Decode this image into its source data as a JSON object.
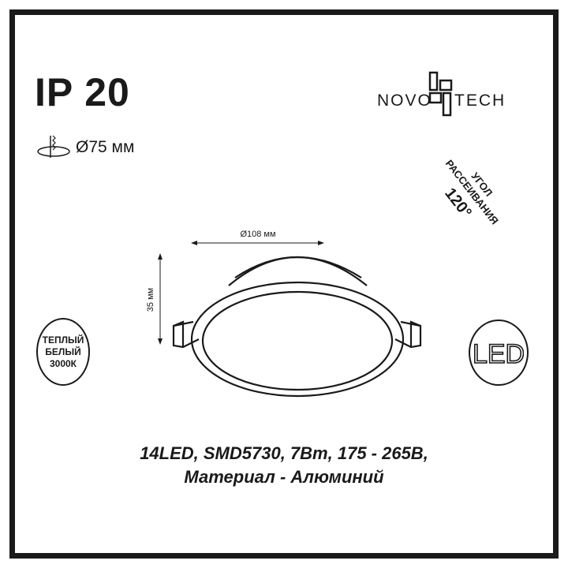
{
  "ip_rating": "IP 20",
  "brand": {
    "left": "NOVO",
    "right": "TECH"
  },
  "cutout": {
    "icon": "cutout-hole-icon",
    "label": "Ø75 мм"
  },
  "beam_angle": {
    "line1": "УГОЛ",
    "line2": "РАССЕИВАНИЯ",
    "value": "120°"
  },
  "dimensions": {
    "diameter": "Ø108 мм",
    "height": "35 мм"
  },
  "color_temp_badge": {
    "line1": "ТЕПЛЫЙ",
    "line2": "БЕЛЫЙ",
    "line3": "3000К"
  },
  "led_badge": "LED",
  "specs": {
    "line1": "14LED, SMD5730, 7Вm, 175 - 265В,",
    "line2": "Материал - Алюминий"
  }
}
